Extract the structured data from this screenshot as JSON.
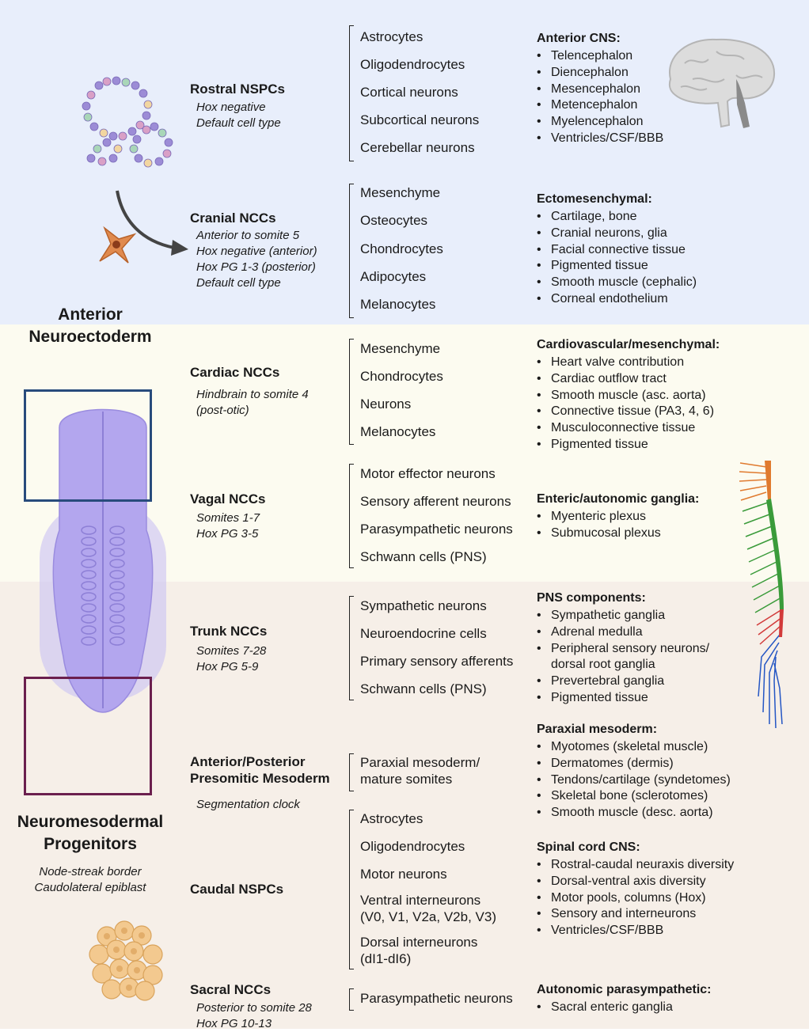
{
  "colors": {
    "anterior_bg": "#e8eefb",
    "mid_bg": "#fcfbf0",
    "posterior_bg": "#f6efe8",
    "box_blue": "#284b7c",
    "box_purple": "#6b1f4e",
    "embryo": "#b3a6ee"
  },
  "groups": {
    "anterior": {
      "title": [
        "Anterior",
        "Neuroectoderm"
      ]
    },
    "nmp": {
      "title": [
        "Neuromesodermal",
        "Progenitors"
      ],
      "sub": [
        "Node-streak border",
        "Caudolateral epiblast"
      ]
    }
  },
  "rows": [
    {
      "id": "rostral-nspcs",
      "name": [
        "Rostral NSPCs"
      ],
      "sub": [
        "Hox negative",
        "Default cell type"
      ],
      "cells": [
        "Astrocytes",
        "Oligodendrocytes",
        "Cortical neurons",
        "Subcortical neurons",
        "Cerebellar neurons"
      ],
      "heading": "Anterior CNS:",
      "bullets": [
        "Telencephalon",
        "Diencephalon",
        "Mesencephalon",
        "Metencephalon",
        "Myelencephalon",
        "Ventricles/CSF/BBB"
      ]
    },
    {
      "id": "cranial-nccs",
      "name": [
        "Cranial NCCs"
      ],
      "sub": [
        "Anterior to somite 5",
        "Hox negative (anterior)",
        "Hox PG 1-3 (posterior)",
        "Default cell type"
      ],
      "cells": [
        "Mesenchyme",
        "Osteocytes",
        "Chondrocytes",
        "Adipocytes",
        "Melanocytes"
      ],
      "heading": "Ectomesenchymal:",
      "bullets": [
        "Cartilage, bone",
        "Cranial neurons, glia",
        "Facial connective tissue",
        "Pigmented tissue",
        "Smooth muscle (cephalic)",
        "Corneal endothelium"
      ]
    },
    {
      "id": "cardiac-nccs",
      "name": [
        "Cardiac NCCs"
      ],
      "sub": [
        "Hindbrain to somite 4",
        "(post-otic)"
      ],
      "cells": [
        "Mesenchyme",
        "Chondrocytes",
        "Neurons",
        "Melanocytes"
      ],
      "heading": "Cardiovascular/mesenchymal:",
      "bullets": [
        "Heart valve contribution",
        "Cardiac outflow tract",
        "Smooth muscle (asc. aorta)",
        "Connective tissue (PA3, 4, 6)",
        "Musculoconnective tissue",
        "Pigmented tissue"
      ]
    },
    {
      "id": "vagal-nccs",
      "name": [
        "Vagal NCCs"
      ],
      "sub": [
        "Somites 1-7",
        "Hox PG 3-5"
      ],
      "cells": [
        "Motor effector neurons",
        "Sensory afferent neurons",
        "Parasympathetic neurons",
        "Schwann cells (PNS)"
      ],
      "heading": "Enteric/autonomic ganglia:",
      "bullets": [
        "Myenteric plexus",
        "Submucosal plexus"
      ]
    },
    {
      "id": "trunk-nccs",
      "name": [
        "Trunk NCCs"
      ],
      "sub": [
        "Somites 7-28",
        "Hox PG 5-9"
      ],
      "cells": [
        "Sympathetic neurons",
        "Neuroendocrine cells",
        "Primary sensory afferents",
        "Schwann cells (PNS)"
      ],
      "heading": "PNS components:",
      "bullets": [
        "Sympathetic ganglia",
        "Adrenal medulla",
        "Peripheral sensory neurons/",
        "dorsal root ganglia",
        "Prevertebral ganglia",
        "Pigmented tissue"
      ]
    },
    {
      "id": "psm",
      "name": [
        "Anterior/Posterior",
        "Presomitic Mesoderm"
      ],
      "sub": [
        "Segmentation clock"
      ],
      "cells": [
        "Paraxial mesoderm/",
        "mature somites"
      ],
      "heading": "Paraxial mesoderm:",
      "bullets": [
        "Myotomes (skeletal muscle)",
        "Dermatomes (dermis)",
        "Tendons/cartilage (syndetomes)",
        "Skeletal bone (sclerotomes)",
        "Smooth muscle (desc. aorta)"
      ]
    },
    {
      "id": "caudal-nspcs",
      "name": [
        "Caudal NSPCs"
      ],
      "sub": [],
      "cells": [
        "Astrocytes",
        "Oligodendrocytes",
        "Motor neurons",
        "Ventral interneurons",
        "(V0, V1, V2a, V2b, V3)",
        "Dorsal interneurons",
        "(dI1-dI6)"
      ],
      "heading": "Spinal cord CNS:",
      "bullets": [
        "Rostral-caudal neuraxis diversity",
        "Dorsal-ventral axis diversity",
        "Motor pools, columns (Hox)",
        "Sensory and interneurons",
        "Ventricles/CSF/BBB"
      ]
    },
    {
      "id": "sacral-nccs",
      "name": [
        "Sacral NCCs"
      ],
      "sub": [
        "Posterior to somite 28",
        "Hox PG 10-13"
      ],
      "cells": [
        "Parasympathetic neurons"
      ],
      "heading": "Autonomic parasympathetic:",
      "bullets": [
        "Sacral enteric ganglia"
      ]
    }
  ]
}
